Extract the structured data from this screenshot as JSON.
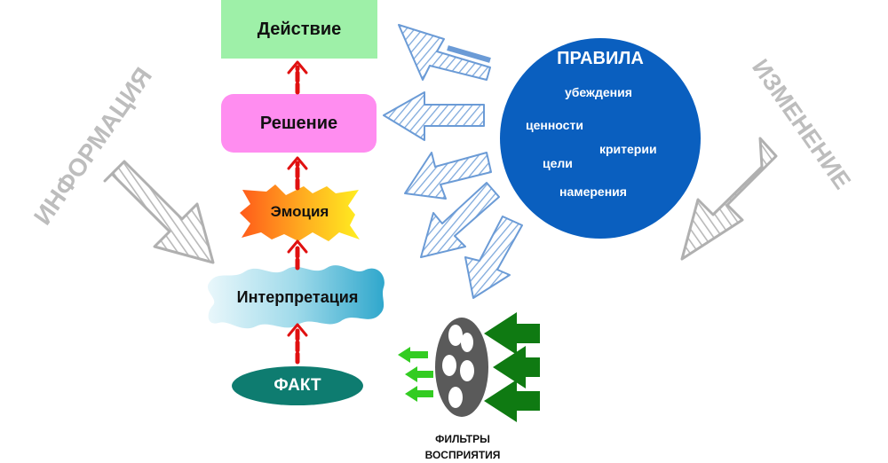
{
  "chain": {
    "action": "Действие",
    "decision": "Решение",
    "emotion": "Эмоция",
    "interpretation": "Интерпретация",
    "fact": "ФАКТ"
  },
  "rules": {
    "title": "ПРАВИЛА",
    "items": [
      "убеждения",
      "ценности",
      "критерии",
      "цели",
      "намерения"
    ]
  },
  "filters": {
    "line1": "ФИЛЬТРЫ",
    "line2": "ВОСПРИЯТИЯ"
  },
  "side_labels": {
    "left": "ИНФОРМАЦИЯ",
    "right": "ИЗМЕНЕНИЕ"
  },
  "colors": {
    "action": "#9ef0a8",
    "decision": "#ff8df0",
    "emotion_outer": "#ff4a1a",
    "emotion_inner": "#ffee20",
    "interpretation": "#8fd4e6",
    "fact": "#0e7c70",
    "rules": "#0a5fbf",
    "chain_arrow": "#e01010",
    "hatched_arrow": "#7ea9dc",
    "filter_arrow": "#0f7a12",
    "filter_arrow_small": "#33cc22",
    "side_text": "#bdbdbd"
  }
}
